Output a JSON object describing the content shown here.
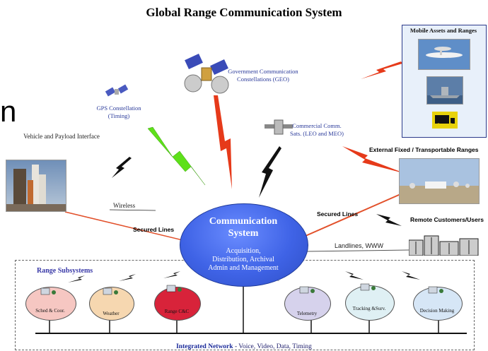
{
  "title": "Global Range Communication System",
  "nodes": {
    "gov_comm": "Government Communication Constellations (GEO)",
    "gps": "GPS Constellation (Timing)",
    "commercial": "Commercial Comm. Sats. (LEO and MEO)",
    "vehicle": "Vehicle and Payload Interface",
    "mobile": "Mobile Assets and Ranges",
    "external": "External Fixed / Transportable Ranges",
    "remote": "Remote Customers/Users"
  },
  "links": {
    "wireless": "Wireless",
    "secured_left": "Secured Lines",
    "secured_right": "Secured Lines",
    "landlines": "Landlines, WWW"
  },
  "center": {
    "title_line1": "Communication",
    "title_line2": "System",
    "sub_line1": "Acquisition,",
    "sub_line2": "Distribution, Archival",
    "sub_line3": "Admin and Management"
  },
  "subsystems": {
    "title": "Range Subsystems",
    "items": [
      {
        "label": "Sched & Coor.",
        "color": "#f6c7c2"
      },
      {
        "label": "Weather",
        "color": "#f6d7b0"
      },
      {
        "label": "Range C&C",
        "color": "#d8233a"
      },
      {
        "label": "Telemetry",
        "color": "#d6d2ec"
      },
      {
        "label": "Tracking &Surv.",
        "color": "#dff0f4"
      },
      {
        "label": "Decision Making",
        "color": "#d6e6f6"
      }
    ]
  },
  "network": {
    "name": "Integrated Network",
    "detail": "- Voice, Video, Data, Timing"
  },
  "colors": {
    "center": "#3f63e6",
    "lightning_red": "#e63a1a",
    "lightning_green": "#5ee01a",
    "secured_line": "#e2502a"
  }
}
